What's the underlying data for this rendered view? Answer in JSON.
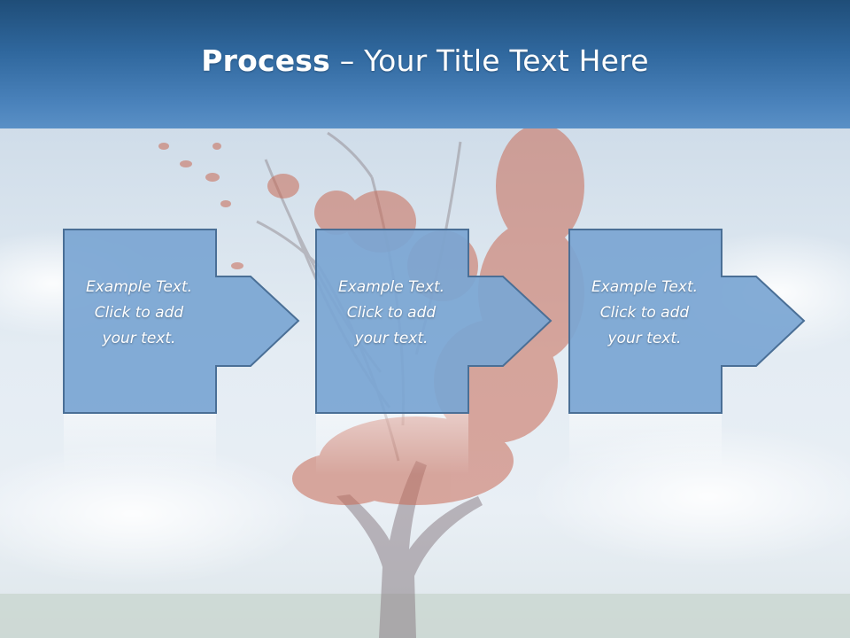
{
  "slide": {
    "title_bold": "Process",
    "title_separator": " – ",
    "title_rest": "Your Title Text Here"
  },
  "steps": [
    {
      "line1": "Example Text.",
      "line2": "Click  to add",
      "line3": "your text."
    },
    {
      "line1": "Example Text.",
      "line2": "Click  to add",
      "line3": "your text."
    },
    {
      "line1": "Example Text.",
      "line2": "Click  to add",
      "line3": "your text."
    }
  ],
  "colors": {
    "header": "#2f679d",
    "step_fill": "#7ba6d3",
    "step_border": "#4a6f96",
    "tree_leaves": "#c96a55"
  },
  "icons": [
    "arrow-right-icon"
  ]
}
